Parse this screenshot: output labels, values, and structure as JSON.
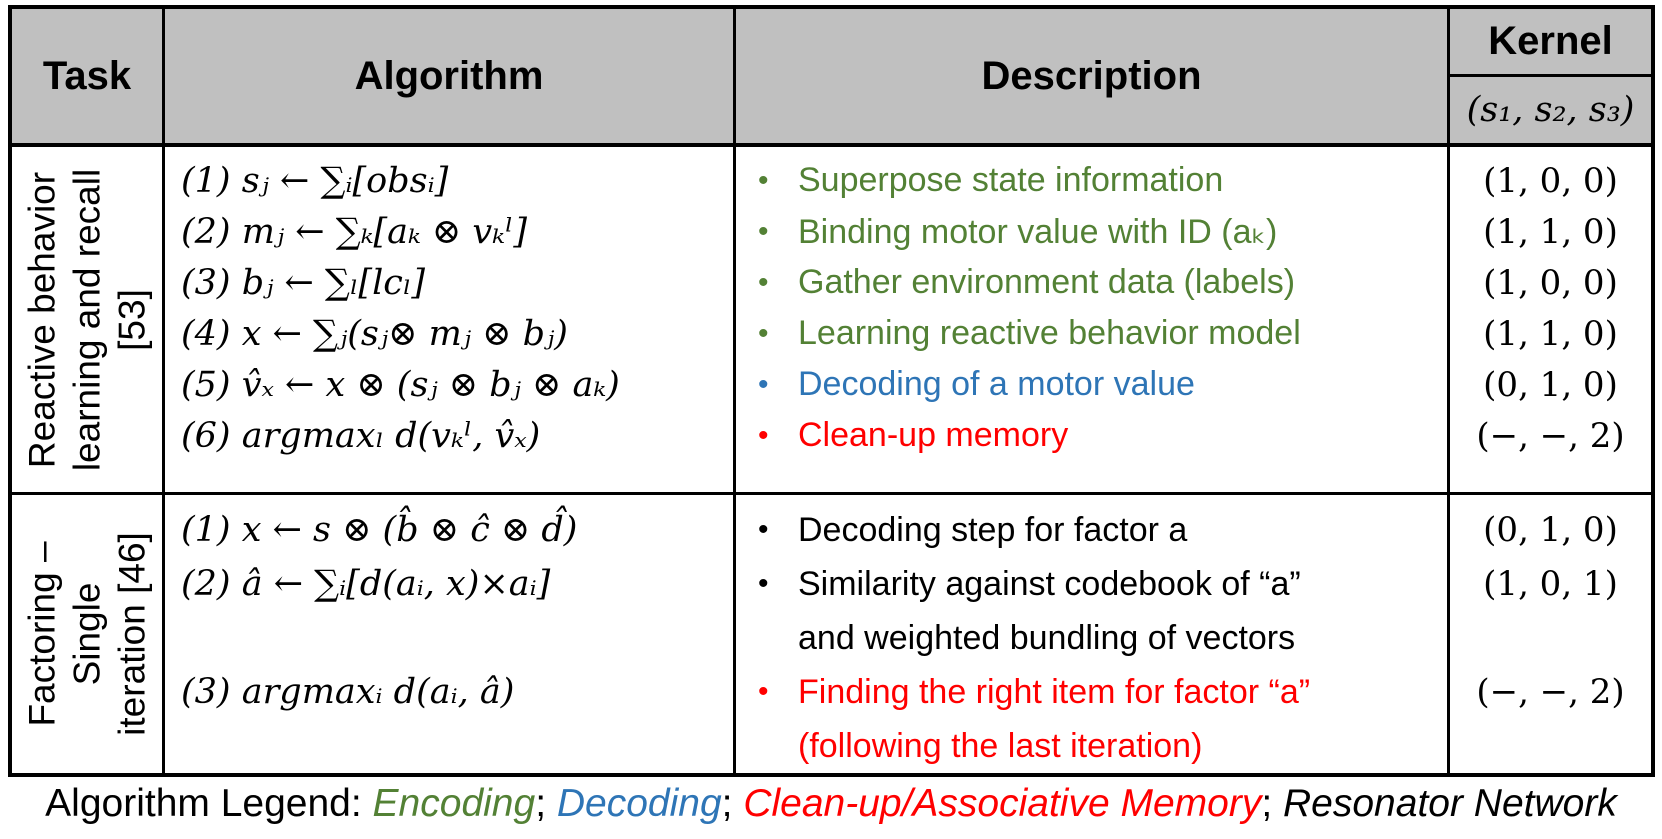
{
  "header": {
    "task": "Task",
    "algorithm": "Algorithm",
    "description": "Description",
    "kernel": "Kernel",
    "kernel_sub": "(s₁, s₂, s₃)"
  },
  "colors": {
    "encoding_green": "#538135",
    "decoding_blue": "#2e75b6",
    "cleanup_red": "#ff0000",
    "text_black": "#000000",
    "header_bg": "#c0c0c0",
    "border": "#000000"
  },
  "rows": [
    {
      "task_lines": [
        "Reactive behavior",
        "learning and recall",
        "[53]"
      ],
      "algorithm": [
        "(1) sⱼ ← ∑ᵢ[obsᵢ]",
        "(2) mⱼ ← ∑ₖ[aₖ ⊗ vₖˡ]",
        "(3) bⱼ ← ∑ₗ[lcₗ]",
        "(4) x ← ∑ⱼ(sⱼ⊗ mⱼ ⊗ bⱼ)",
        "(5) v̂ₓ ← x ⊗ (sⱼ ⊗ bⱼ ⊗ aₖ)",
        "(6) argmaxₗ d(vₖˡ, v̂ₓ)"
      ],
      "description": [
        {
          "bullet": "•",
          "text": "Superpose state information",
          "color": "#538135"
        },
        {
          "bullet": "•",
          "text": "Binding motor value with ID (aₖ)",
          "color": "#538135"
        },
        {
          "bullet": "•",
          "text": "Gather environment data (labels)",
          "color": "#538135"
        },
        {
          "bullet": "•",
          "text": "Learning reactive behavior model",
          "color": "#538135"
        },
        {
          "bullet": "•",
          "text": "Decoding of a motor value",
          "color": "#2e75b6"
        },
        {
          "bullet": "•",
          "text": "Clean-up memory",
          "color": "#ff0000"
        }
      ],
      "kernel": [
        "(1, 0, 0)",
        "(1, 1, 0)",
        "(1, 0, 0)",
        "(1, 1, 0)",
        "(0, 1, 0)",
        "(−, −, 2)"
      ]
    },
    {
      "task_lines": [
        "Factoring –",
        "Single",
        "iteration [46]"
      ],
      "algorithm": [
        "(1) x ← s ⊗ (b̂ ⊗ ĉ ⊗ d̂)",
        "(2) â ← ∑ᵢ[d(aᵢ, x)×aᵢ]",
        "",
        "(3) argmaxᵢ d(aᵢ, â)",
        ""
      ],
      "description": [
        {
          "bullet": "•",
          "text": "Decoding step for factor a",
          "color": "#000000"
        },
        {
          "bullet": "•",
          "text": "Similarity against codebook of “a”",
          "color": "#000000"
        },
        {
          "bullet": "",
          "text": "and weighted bundling of vectors",
          "color": "#000000"
        },
        {
          "bullet": "•",
          "text": "Finding the right item for factor “a”",
          "color": "#ff0000"
        },
        {
          "bullet": "",
          "text": "(following the last iteration)",
          "color": "#ff0000"
        }
      ],
      "kernel": [
        "(0, 1, 0)",
        "(1, 0, 1)",
        "",
        "(−, −, 2)",
        ""
      ]
    }
  ],
  "legend": {
    "segments": [
      {
        "text": "Algorithm Legend: ",
        "color": "#000000"
      },
      {
        "text": "Encoding",
        "color": "#538135"
      },
      {
        "text": "; ",
        "color": "#000000"
      },
      {
        "text": "Decoding",
        "color": "#2e75b6"
      },
      {
        "text": "; ",
        "color": "#000000"
      },
      {
        "text": "Clean-up/Associative Memory",
        "color": "#ff0000"
      },
      {
        "text": "; ",
        "color": "#000000"
      },
      {
        "text": "Resonator Network",
        "color": "#000000"
      }
    ]
  }
}
